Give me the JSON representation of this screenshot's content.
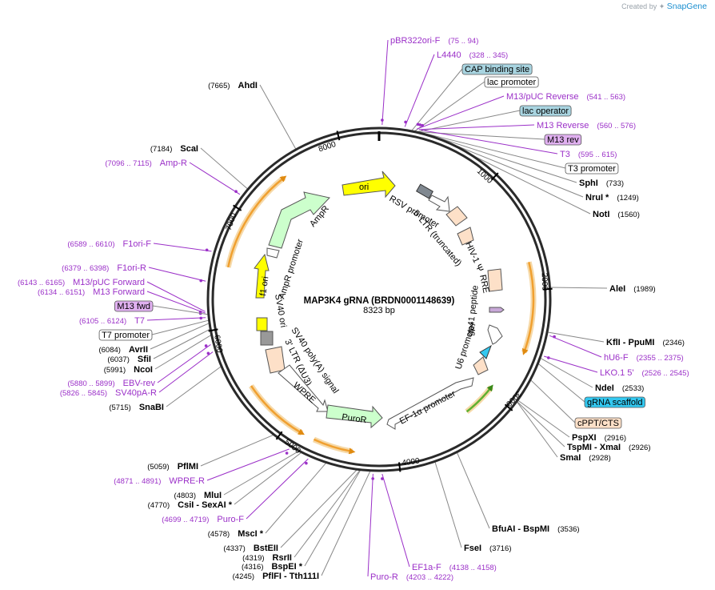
{
  "brand": {
    "created_by": "Created by",
    "name": "SnapGene"
  },
  "plasmid": {
    "name": "MAP3K4 gRNA (BRDN0001148639)",
    "size_label": "8323 bp"
  },
  "ticks": [
    "1000",
    "2000",
    "3000",
    "4000",
    "5000",
    "6000",
    "7000",
    "8000"
  ],
  "inner_features": [
    "ori",
    "AmpR",
    "AmpR promoter",
    "f1 ori",
    "SV40 ori",
    "SV40 poly(A) signal",
    "3' LTR (ΔU3)",
    "WPRE",
    "PuroR",
    "EF-1α promoter",
    "U6 promoter",
    "gp41 peptide",
    "RRE",
    "HIV-1 Ψ",
    "5' LTR (truncated)",
    "RSV promoter"
  ],
  "right_labels": [
    {
      "name": "pBR322ori-F",
      "pos": "(75 .. 94)",
      "kind": "primer"
    },
    {
      "name": "L4440",
      "pos": "(328 .. 345)",
      "kind": "primer"
    },
    {
      "name": "CAP binding site",
      "pos": "",
      "kind": "box-teal"
    },
    {
      "name": "lac promoter",
      "pos": "",
      "kind": "box-white"
    },
    {
      "name": "M13/pUC Reverse",
      "pos": "(541 .. 563)",
      "kind": "primer"
    },
    {
      "name": "lac operator",
      "pos": "",
      "kind": "box-teal"
    },
    {
      "name": "M13 Reverse",
      "pos": "(560 .. 576)",
      "kind": "primer"
    },
    {
      "name": "M13 rev",
      "pos": "",
      "kind": "box-purple"
    },
    {
      "name": "T3",
      "pos": "(595 .. 615)",
      "kind": "primer"
    },
    {
      "name": "T3 promoter",
      "pos": "",
      "kind": "box-white"
    },
    {
      "name": "SphI",
      "pos": "(733)",
      "kind": "enzyme"
    },
    {
      "name": "NruI *",
      "pos": "(1249)",
      "kind": "enzyme"
    },
    {
      "name": "NotI",
      "pos": "(1560)",
      "kind": "enzyme"
    },
    {
      "name": "AleI",
      "pos": "(1989)",
      "kind": "enzyme"
    },
    {
      "name": "KflI  - PpuMI",
      "pos": "(2346)",
      "kind": "enzyme"
    },
    {
      "name": "hU6-F",
      "pos": "(2355 .. 2375)",
      "kind": "primer"
    },
    {
      "name": "LKO.1 5'",
      "pos": "(2526 .. 2545)",
      "kind": "primer"
    },
    {
      "name": "NdeI",
      "pos": "(2533)",
      "kind": "enzyme"
    },
    {
      "name": "gRNA scaffold",
      "pos": "",
      "kind": "box-cyan"
    },
    {
      "name": "cPPT/CTS",
      "pos": "",
      "kind": "box-peach"
    },
    {
      "name": "PspXI",
      "pos": "(2916)",
      "kind": "enzyme"
    },
    {
      "name": "TspMI  - XmaI",
      "pos": "(2926)",
      "kind": "enzyme"
    },
    {
      "name": "SmaI",
      "pos": "(2928)",
      "kind": "enzyme"
    },
    {
      "name": "BfuAI  - BspMI",
      "pos": "(3536)",
      "kind": "enzyme"
    },
    {
      "name": "FseI",
      "pos": "(3716)",
      "kind": "enzyme"
    },
    {
      "name": "EF1a-F",
      "pos": "(4138 .. 4158)",
      "kind": "primer"
    },
    {
      "name": "Puro-R",
      "pos": "(4203 .. 4222)",
      "kind": "primer"
    }
  ],
  "left_labels": [
    {
      "name": "AhdI",
      "pos": "(7665)",
      "kind": "enzyme"
    },
    {
      "name": "ScaI",
      "pos": "(7184)",
      "kind": "enzyme"
    },
    {
      "name": "Amp-R",
      "pos": "(7096 .. 7115)",
      "kind": "primer"
    },
    {
      "name": "F1ori-F",
      "pos": "(6589 .. 6610)",
      "kind": "primer"
    },
    {
      "name": "F1ori-R",
      "pos": "(6379 .. 6398)",
      "kind": "primer"
    },
    {
      "name": "M13/pUC Forward",
      "pos": "(6143 .. 6165)",
      "kind": "primer"
    },
    {
      "name": "M13 Forward",
      "pos": "(6134 .. 6151)",
      "kind": "primer"
    },
    {
      "name": "M13 fwd",
      "pos": "",
      "kind": "box-purple"
    },
    {
      "name": "T7",
      "pos": "(6105 .. 6124)",
      "kind": "primer"
    },
    {
      "name": "T7 promoter",
      "pos": "",
      "kind": "box-white"
    },
    {
      "name": "AvrII",
      "pos": "(6084)",
      "kind": "enzyme"
    },
    {
      "name": "SfiI",
      "pos": "(6037)",
      "kind": "enzyme"
    },
    {
      "name": "NcoI",
      "pos": "(5991)",
      "kind": "enzyme"
    },
    {
      "name": "EBV-rev",
      "pos": "(5880 .. 5899)",
      "kind": "primer"
    },
    {
      "name": "SV40pA-R",
      "pos": "(5826 .. 5845)",
      "kind": "primer"
    },
    {
      "name": "SnaBI",
      "pos": "(5715)",
      "kind": "enzyme"
    },
    {
      "name": "PflMI",
      "pos": "(5059)",
      "kind": "enzyme"
    },
    {
      "name": "WPRE-R",
      "pos": "(4871 .. 4891)",
      "kind": "primer"
    },
    {
      "name": "MluI",
      "pos": "(4803)",
      "kind": "enzyme"
    },
    {
      "name": "CsiI  - SexAI *",
      "pos": "(4770)",
      "kind": "enzyme"
    },
    {
      "name": "Puro-F",
      "pos": "(4699 .. 4719)",
      "kind": "primer"
    },
    {
      "name": "MscI *",
      "pos": "(4578)",
      "kind": "enzyme"
    },
    {
      "name": "BstEII",
      "pos": "(4337)",
      "kind": "enzyme"
    },
    {
      "name": "RsrII",
      "pos": "(4319)",
      "kind": "enzyme"
    },
    {
      "name": "BspEI *",
      "pos": "(4316)",
      "kind": "enzyme"
    },
    {
      "name": "PflFI  - Tth111I",
      "pos": "(4245)",
      "kind": "enzyme"
    }
  ],
  "colors": {
    "primer": "#9b30c8",
    "teal_box": "#a8d4e0",
    "purple_box": "#e0b0f0",
    "cyan_box": "#33c8f0",
    "peach_box": "#fde0c8",
    "orange_arc": "#f0a030",
    "green_arc": "#60b030",
    "backbone": "#2a2a2a"
  }
}
